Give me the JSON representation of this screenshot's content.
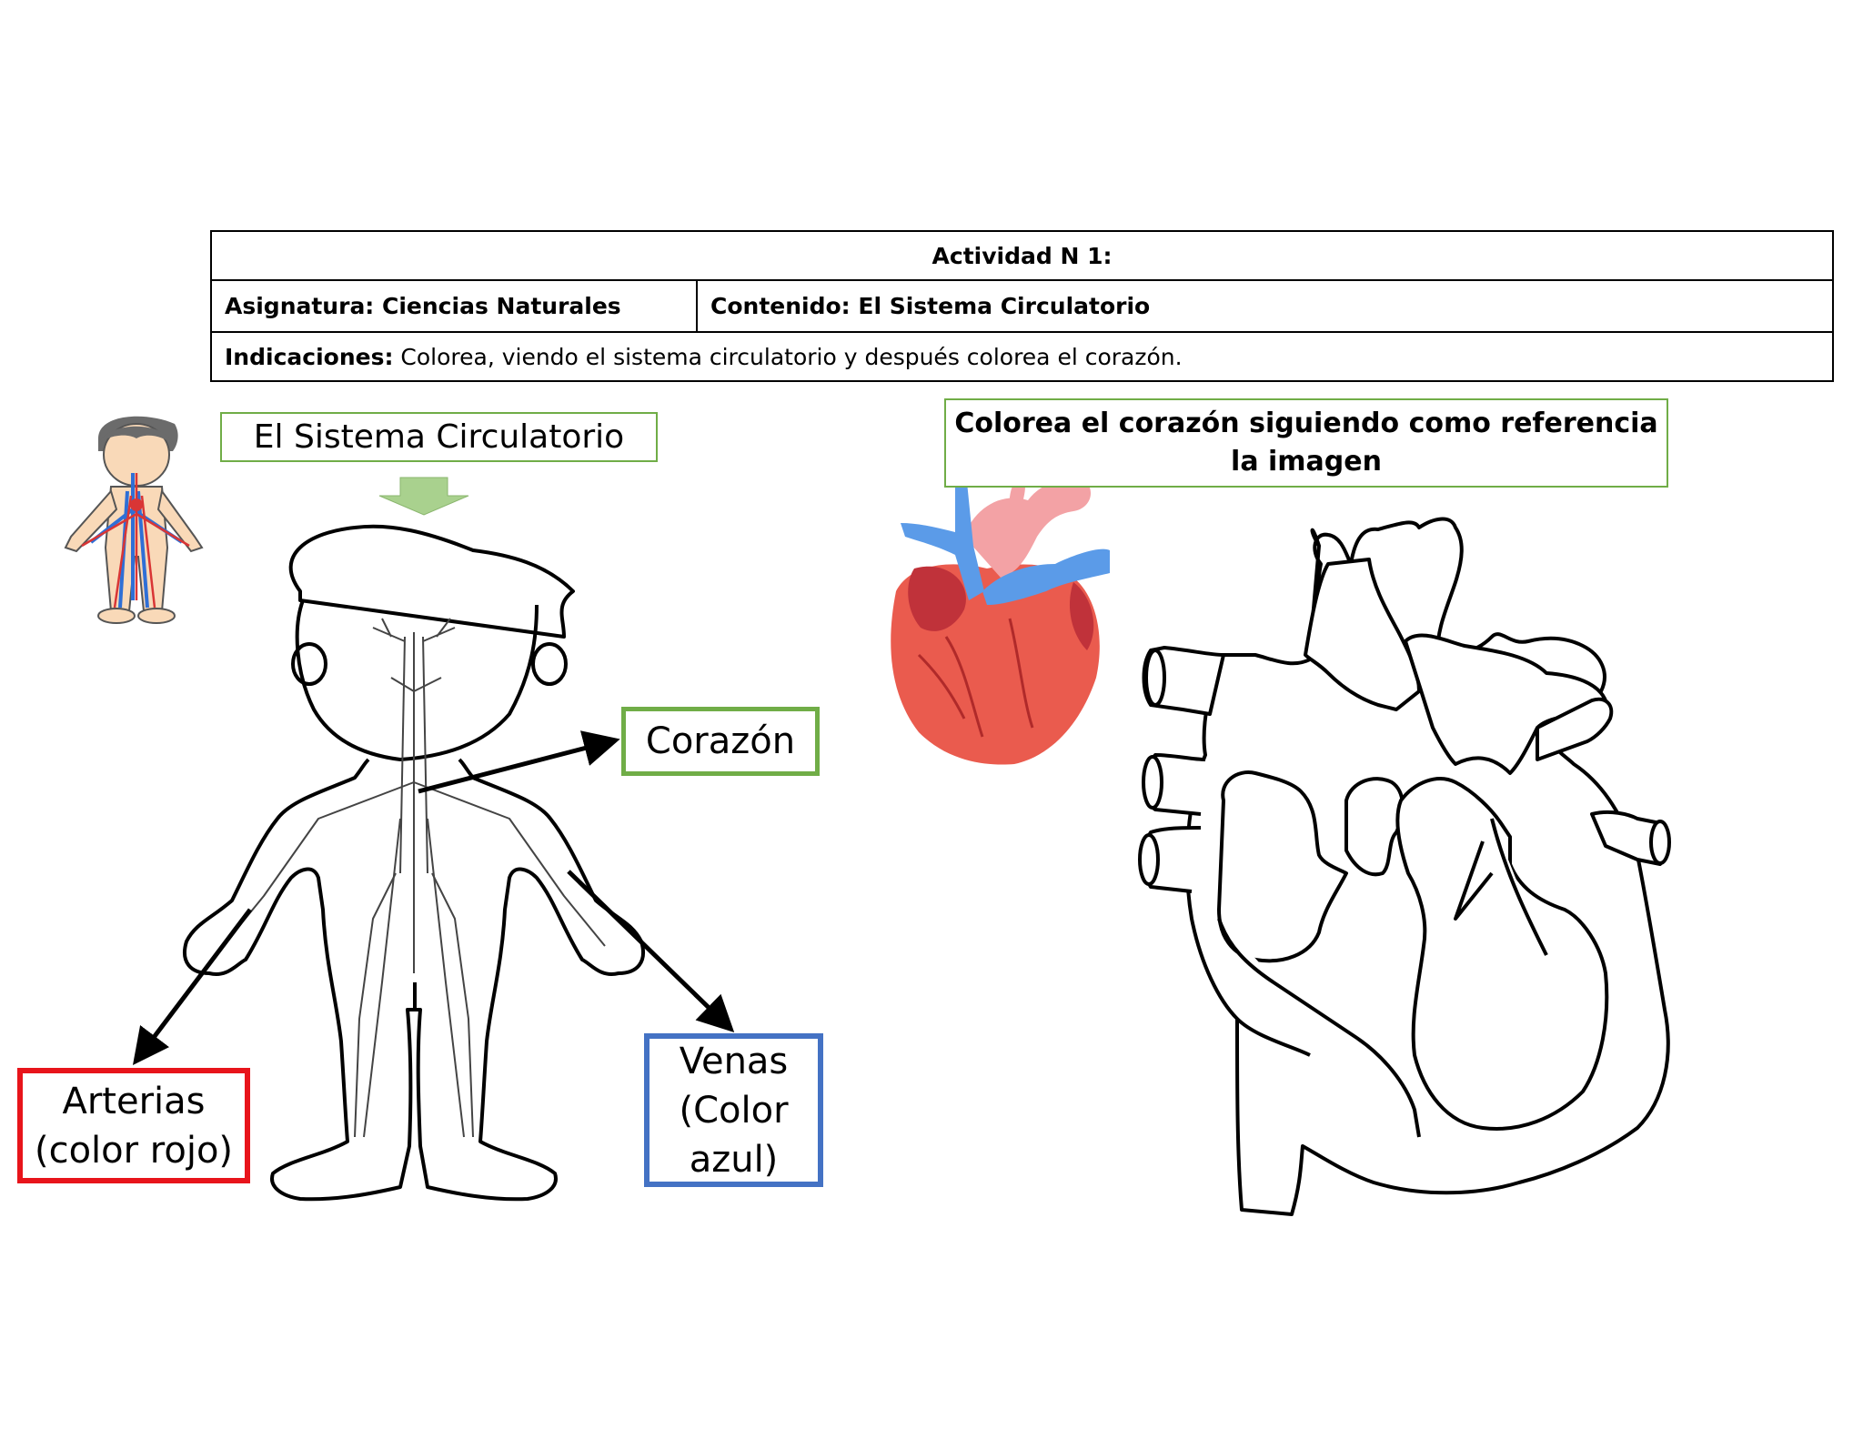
{
  "header": {
    "title": "Actividad N 1:",
    "subject_label": "Asignatura: Ciencias Naturales",
    "content_label": "Contenido: El Sistema Circulatorio",
    "instructions_label": "Indicaciones:",
    "instructions_text": " Colorea, viendo el sistema circulatorio y después colorea el corazón."
  },
  "left_panel": {
    "title": "El Sistema Circulatorio",
    "labels": {
      "corazon": "Corazón",
      "arterias_line1": "Arterias",
      "arterias_line2": "(color rojo)",
      "venas_line1": "Venas",
      "venas_line2": "(Color",
      "venas_line3": "azul)"
    }
  },
  "right_panel": {
    "title": "Colorea el corazón siguiendo como referencia la imagen"
  },
  "colors": {
    "green_border": "#70ad47",
    "red_border": "#e8141b",
    "blue_border": "#4472c4",
    "artery_red": "#e04a4a",
    "vein_blue": "#4a8fe0"
  },
  "icons": [
    "child-circulatory-icon",
    "down-arrow-icon",
    "body-outline-illustration",
    "colored-heart-illustration",
    "heart-outline-illustration"
  ]
}
